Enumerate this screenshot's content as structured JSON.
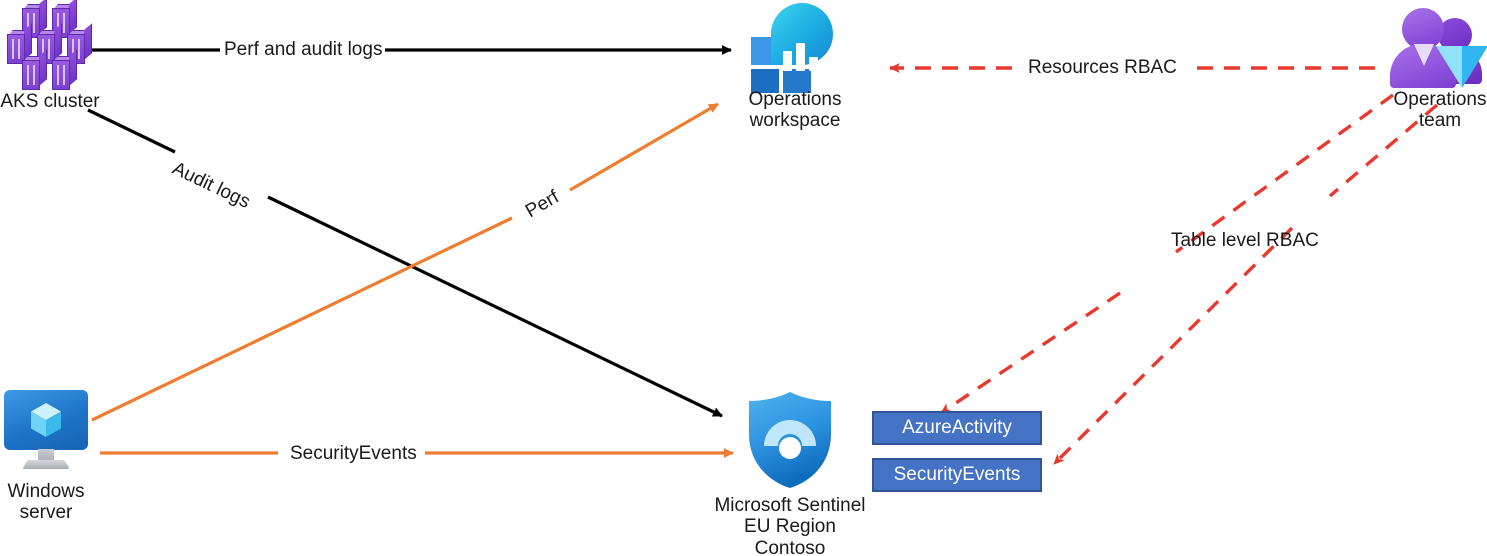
{
  "diagram": {
    "title": "Microsoft Sentinel dedicated workspace with RBAC",
    "background_color": "#ffffff",
    "colors": {
      "black_flow": "#000000",
      "orange_flow": "#ED7D31",
      "red_rbac": "#E8392E",
      "table_fill": "#4472C4",
      "table_border": "#2F5597",
      "label_text": "#1a1a1a"
    }
  },
  "nodes": {
    "aks_cluster": {
      "label": "AKS cluster",
      "icon": "aks-cluster-icon"
    },
    "windows_server": {
      "label": "Windows\nserver",
      "icon": "windows-server-icon"
    },
    "operations_workspace": {
      "label": "Operations\nworkspace",
      "icon": "log-analytics-workspace-icon"
    },
    "microsoft_sentinel": {
      "label": "Microsoft Sentinel\nEU Region\nContoso",
      "icon": "microsoft-sentinel-shield-icon"
    },
    "operations_team": {
      "label": "Operations\nteam",
      "icon": "users-group-icon"
    }
  },
  "tables": [
    {
      "name": "AzureActivity"
    },
    {
      "name": "SecurityEvents"
    }
  ],
  "edges": [
    {
      "id": "perf-and-audit-logs",
      "label": "Perf and audit logs",
      "color": "#000000",
      "style": "solid",
      "from": "aks_cluster",
      "to": "operations_workspace"
    },
    {
      "id": "audit-logs",
      "label": "Audit logs",
      "color": "#000000",
      "style": "solid",
      "from": "aks_cluster",
      "to": "microsoft_sentinel"
    },
    {
      "id": "perf",
      "label": "Perf",
      "color": "#ED7D31",
      "style": "solid",
      "from": "windows_server",
      "to": "operations_workspace"
    },
    {
      "id": "security-events",
      "label": "SecurityEvents",
      "color": "#ED7D31",
      "style": "solid",
      "from": "windows_server",
      "to": "microsoft_sentinel"
    },
    {
      "id": "resources-rbac",
      "label": "Resources RBAC",
      "color": "#E8392E",
      "style": "dashed",
      "from": "operations_team",
      "to": "operations_workspace"
    },
    {
      "id": "table-level-rbac",
      "label": "Table level RBAC",
      "color": "#E8392E",
      "style": "dashed",
      "from": "operations_team",
      "to": "tables"
    }
  ]
}
